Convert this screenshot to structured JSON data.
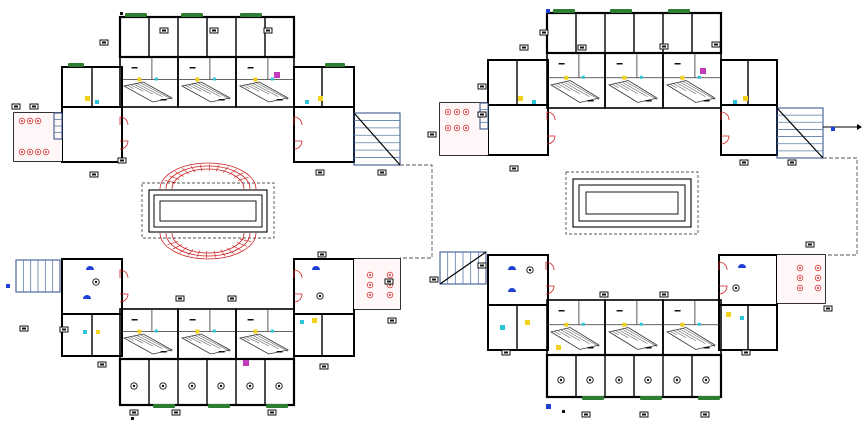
{
  "drawing": {
    "title": "",
    "colors": {
      "wall": "#000000",
      "wall_fill": "#1a1a1a",
      "thin": "#333333",
      "stair": "#5a7fa8",
      "stair_dark": "#2b4a86",
      "door": "#cc2222",
      "fixture": "#d63a3a",
      "dashed": "#555555",
      "planter": "#2f7d32",
      "accent_blue": "#1f3fd6",
      "accent_yellow": "#f2d21b",
      "accent_cyan": "#29c6d8",
      "accent_magenta": "#c23ab8",
      "dim_box": "#111111"
    },
    "plans": [
      {
        "id": "plan-left",
        "variant": "with-circular-court"
      },
      {
        "id": "plan-right",
        "variant": "plain-court"
      }
    ]
  }
}
